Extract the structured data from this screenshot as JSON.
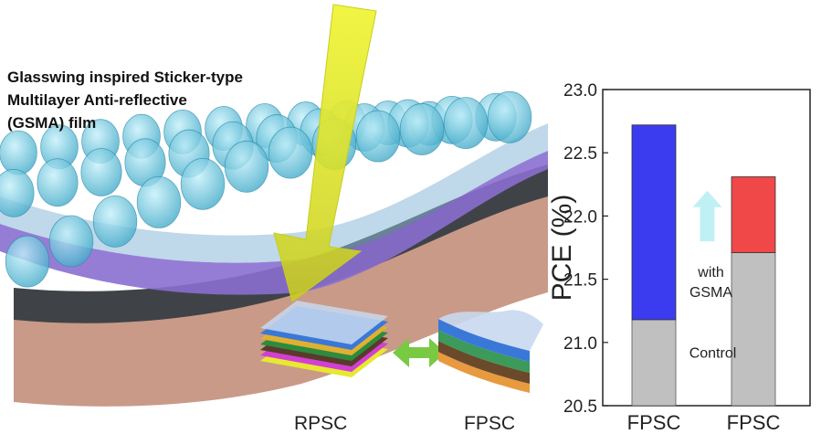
{
  "illustration": {
    "title_lines": [
      "Glasswing inspired Sticker-type",
      "Multilayer Anti-reflective",
      "(GSMA) film"
    ],
    "rpsc_label": "RPSC",
    "fpsc_label": "FPSC",
    "colors": {
      "light_beam": "#e4ef1a",
      "film": "#8ab8d8",
      "lens": "#5fc6dd",
      "purple_layer": "#8a6fd0",
      "dark_layer": "#3f4348",
      "substrate": "#c99a88",
      "swap_arrow": "#7ac943"
    }
  },
  "chart_data": {
    "type": "bar",
    "stacked": true,
    "categories": [
      "FPSC",
      "FPSC"
    ],
    "ylabel": "PCE (%)",
    "ylim": [
      20.5,
      23.0
    ],
    "yticks": [
      20.5,
      21.0,
      21.5,
      22.0,
      22.5,
      23.0
    ],
    "control": {
      "label": "Control",
      "values": [
        21.18,
        21.71
      ],
      "color": "#c0c0c0"
    },
    "gsma": {
      "label": "with\nGSMA",
      "totals": [
        22.72,
        22.31
      ],
      "colors": [
        "#3b3bf0",
        "#f04848"
      ]
    },
    "arrow_color": "#bff0f4",
    "grid": false
  }
}
